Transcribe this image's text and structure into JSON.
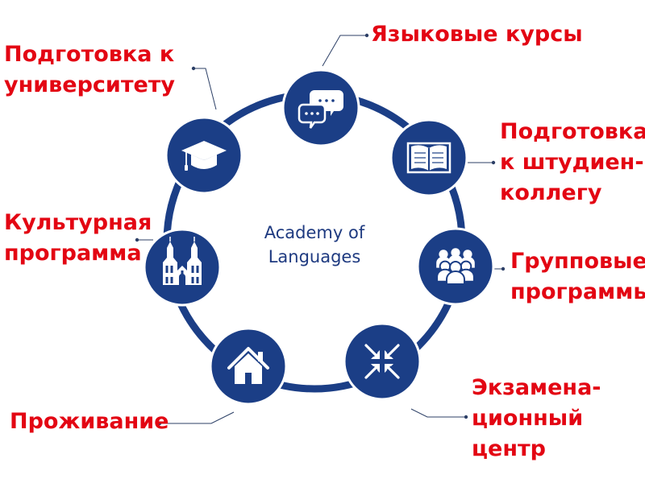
{
  "center": {
    "title": "Academy of\nLanguages"
  },
  "colors": {
    "node": "#1b3e86",
    "ring": "#1b3e86",
    "label": "#e30613",
    "leader": "#2c3f66"
  },
  "nodes": [
    {
      "id": "language-courses",
      "icon": "chat-bubbles-icon",
      "label": "Языковые курсы"
    },
    {
      "id": "studienkolleg-prep",
      "icon": "open-book-icon",
      "label": "Подготовка\nк штудиен-\nколлегу"
    },
    {
      "id": "group-programs",
      "icon": "group-people-icon",
      "label": "Групповые\nпрограммы"
    },
    {
      "id": "exam-center",
      "icon": "arrows-inward-icon",
      "label": "Экзамена-\nционный\nцентр"
    },
    {
      "id": "accommodation",
      "icon": "house-icon",
      "label": "Проживание"
    },
    {
      "id": "cultural-program",
      "icon": "cathedral-icon",
      "label": "Культурная\nпрограмма"
    },
    {
      "id": "university-prep",
      "icon": "graduation-cap-icon",
      "label": "Подготовка к\nуниверситету"
    }
  ]
}
